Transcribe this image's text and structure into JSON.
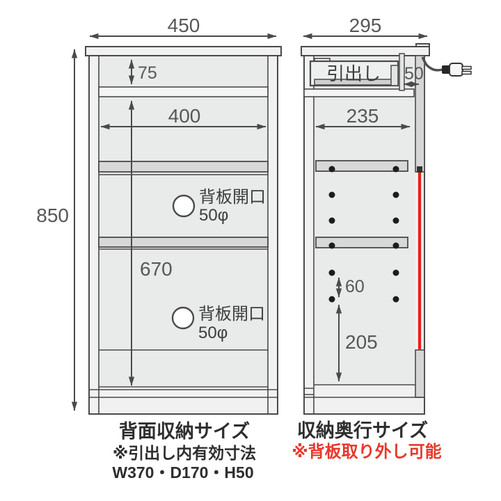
{
  "diagram": {
    "front_view": {
      "width_label": "450",
      "height_label": "850",
      "top_section_label": "75",
      "inner_width_label": "400",
      "inner_height_label": "670",
      "hole_label": {
        "line1": "背板開口",
        "line2": "50φ"
      },
      "caption": "背面収納サイズ",
      "note_line1": "※引出し内有効寸法",
      "note_line2": "W370・D170・H50"
    },
    "side_view": {
      "width_label": "295",
      "drawer_label": "引出し",
      "cord_gap_label": "50",
      "inner_depth_label": "235",
      "hole_pitch_label": "60",
      "bottom_space_label": "205",
      "caption": "収納奥行サイズ",
      "note_red": "※背板取り外し可能"
    },
    "colors": {
      "line": "#4a4a4a",
      "dim_text": "#575757",
      "caption_text": "#2e2e2e",
      "red_accent": "#e82015",
      "panel_fill": "#f1f1f1",
      "interior_fill": "#e9eaea",
      "shelf_fill": "#d8d8d8"
    }
  }
}
